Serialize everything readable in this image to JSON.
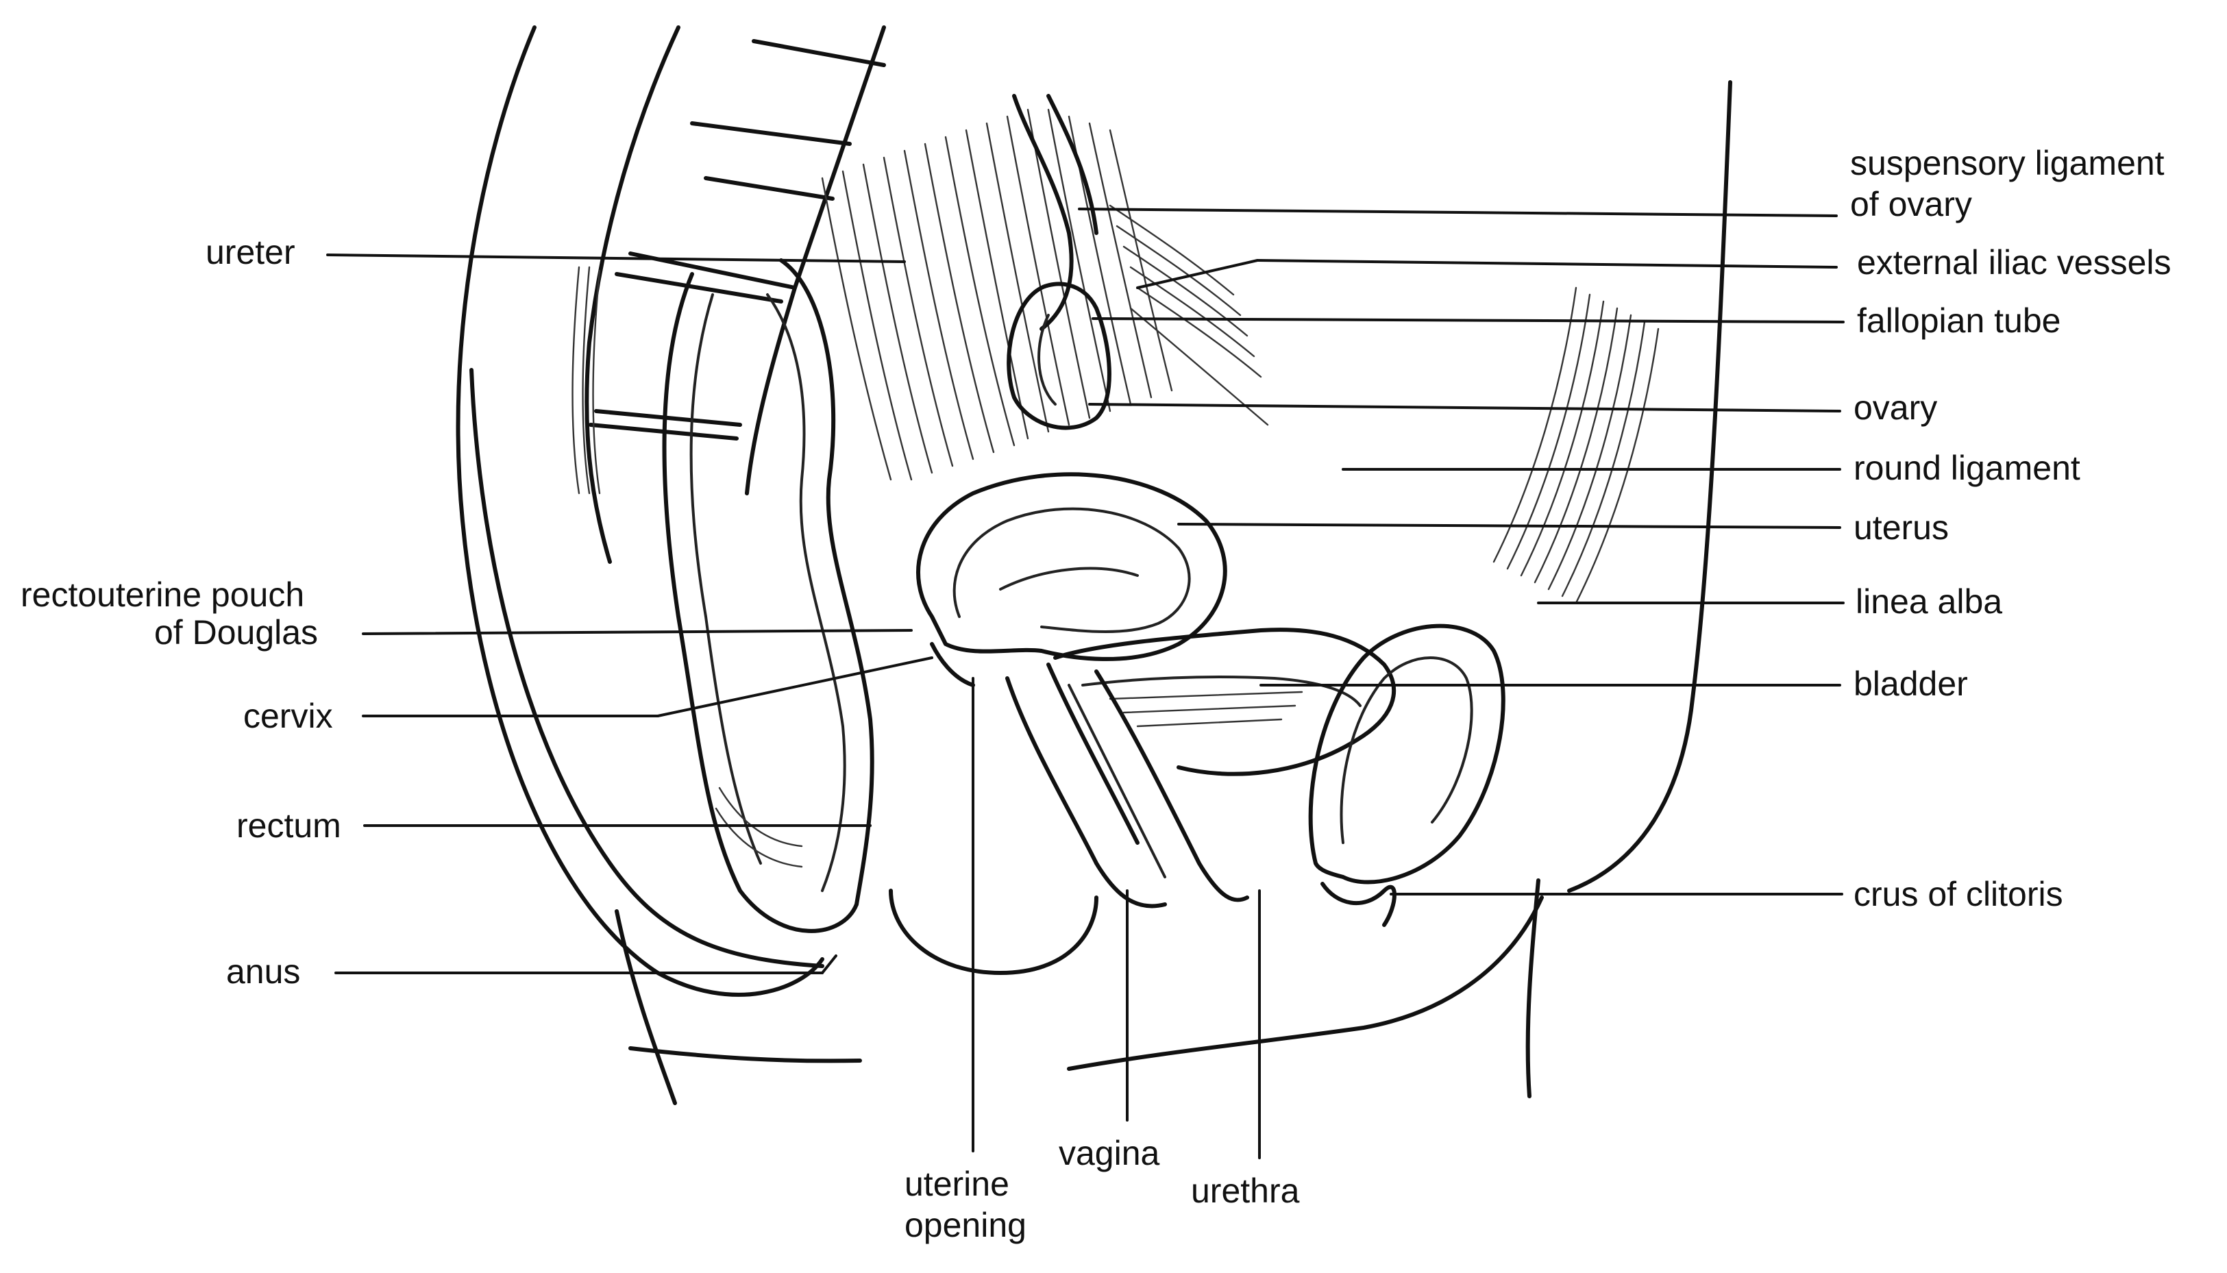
{
  "labels": {
    "ureter": "ureter",
    "rectouterine_pouch_line1": "rectouterine pouch",
    "rectouterine_pouch_line2": "of Douglas",
    "cervix": "cervix",
    "rectum": "rectum",
    "anus": "anus",
    "suspensory_ligament_line1": "suspensory ligament",
    "suspensory_ligament_line2": "of ovary",
    "external_iliac_vessels": "external iliac vessels",
    "fallopian_tube": "fallopian tube",
    "ovary": "ovary",
    "round_ligament": "round ligament",
    "uterus": "uterus",
    "linea_alba": "linea alba",
    "bladder": "bladder",
    "crus_of_clitoris": "crus of clitoris",
    "uterine_opening_line1": "uterine",
    "uterine_opening_line2": "opening",
    "vagina": "vagina",
    "urethra": "urethra"
  }
}
